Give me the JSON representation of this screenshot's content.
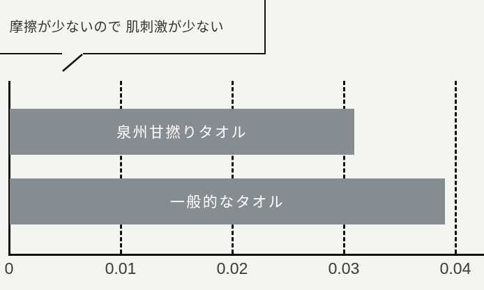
{
  "callout": {
    "text": "摩擦が少ないので 肌刺激が少ない",
    "border_color": "#111111",
    "text_color": "#333333"
  },
  "chart_data": {
    "type": "bar",
    "orientation": "horizontal",
    "title": "",
    "xlabel": "",
    "ylabel": "",
    "categories": [
      "泉州甘撚りタオル",
      "一般的なタオル"
    ],
    "values": [
      0.031,
      0.039
    ],
    "xlim": [
      0,
      0.04
    ],
    "xticks": [
      0,
      0.01,
      0.02,
      0.03,
      0.04
    ],
    "xtick_labels": [
      "0",
      "0.01",
      "0.02",
      "0.03",
      "0.04"
    ],
    "grid": true,
    "grid_style": "dashed",
    "legend": "none",
    "bar_color": "#878c90",
    "bar_label_color": "#ffffff",
    "axis_color": "#111111",
    "background_color": "#f4f4f3"
  },
  "axis": {
    "tick_labels": [
      "0",
      "0.01",
      "0.02",
      "0.03",
      "0.04"
    ]
  },
  "bars": [
    {
      "label": "泉州甘撚りタオル",
      "value": 0.031
    },
    {
      "label": "一般的なタオル",
      "value": 0.039
    }
  ]
}
